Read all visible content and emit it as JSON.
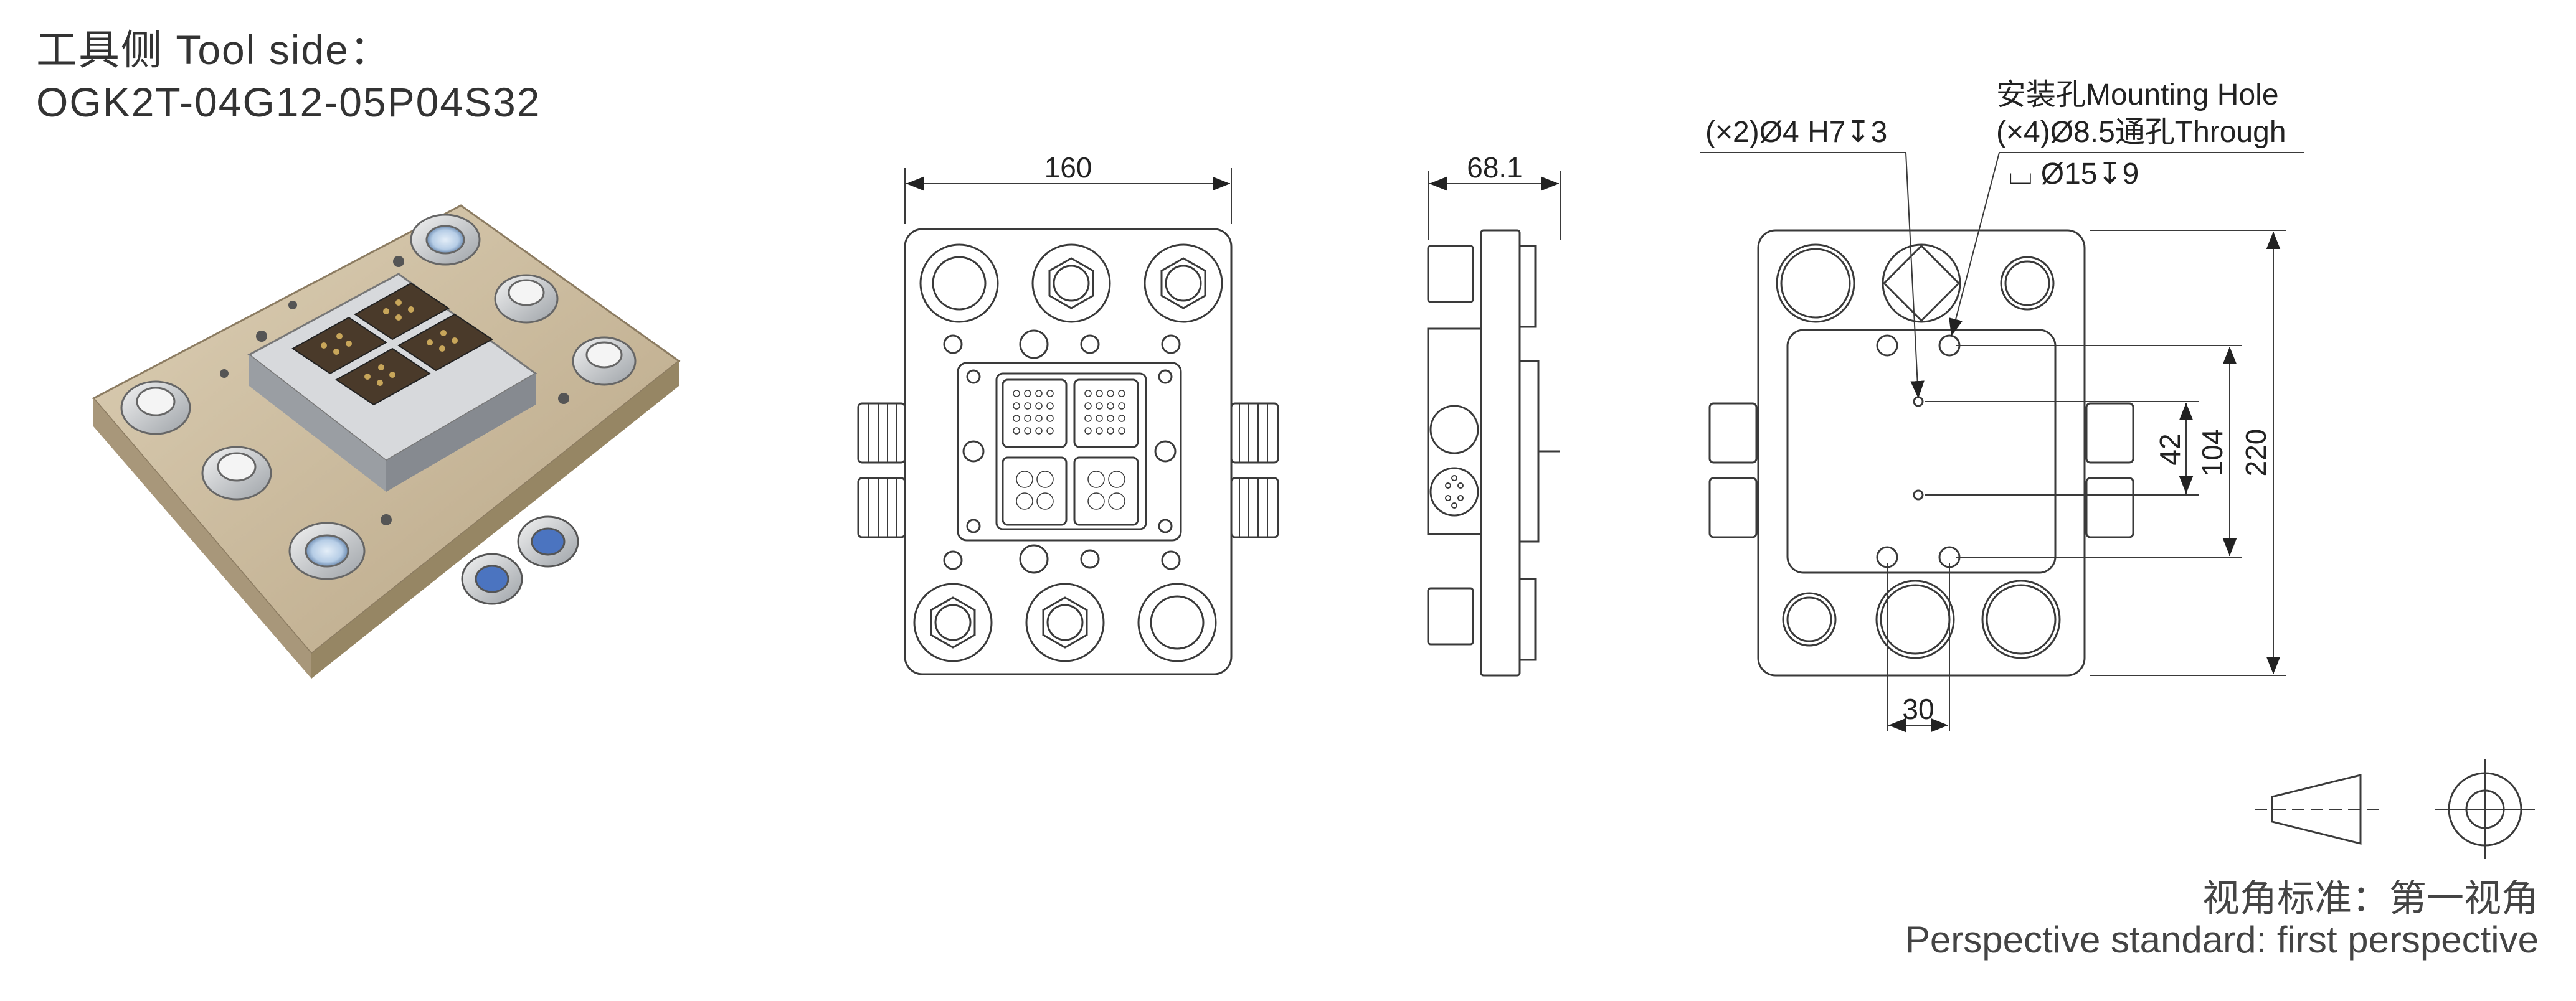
{
  "title": {
    "line1": "工具侧 Tool side：",
    "line2": "OGK2T-04G12-05P04S32"
  },
  "front_view": {
    "width_dim": "160"
  },
  "side_view": {
    "width_dim": "68.1"
  },
  "back_view": {
    "pin_hole_note": "(×2)Ø4 H7↧3",
    "mounting_hole_title": "安装孔Mounting Hole",
    "mounting_hole_through": "(×4)Ø8.5通孔Through",
    "counterbore": "⌴ Ø15↧9",
    "dim_42": "42",
    "dim_104": "104",
    "dim_220": "220",
    "dim_30": "30"
  },
  "perspective": {
    "cn": "视角标准：第一视角",
    "en": "Perspective standard: first perspective"
  },
  "colors": {
    "line": "#3a3a3a",
    "plate": "#c9b79a",
    "metal": "#bfc3c8"
  }
}
